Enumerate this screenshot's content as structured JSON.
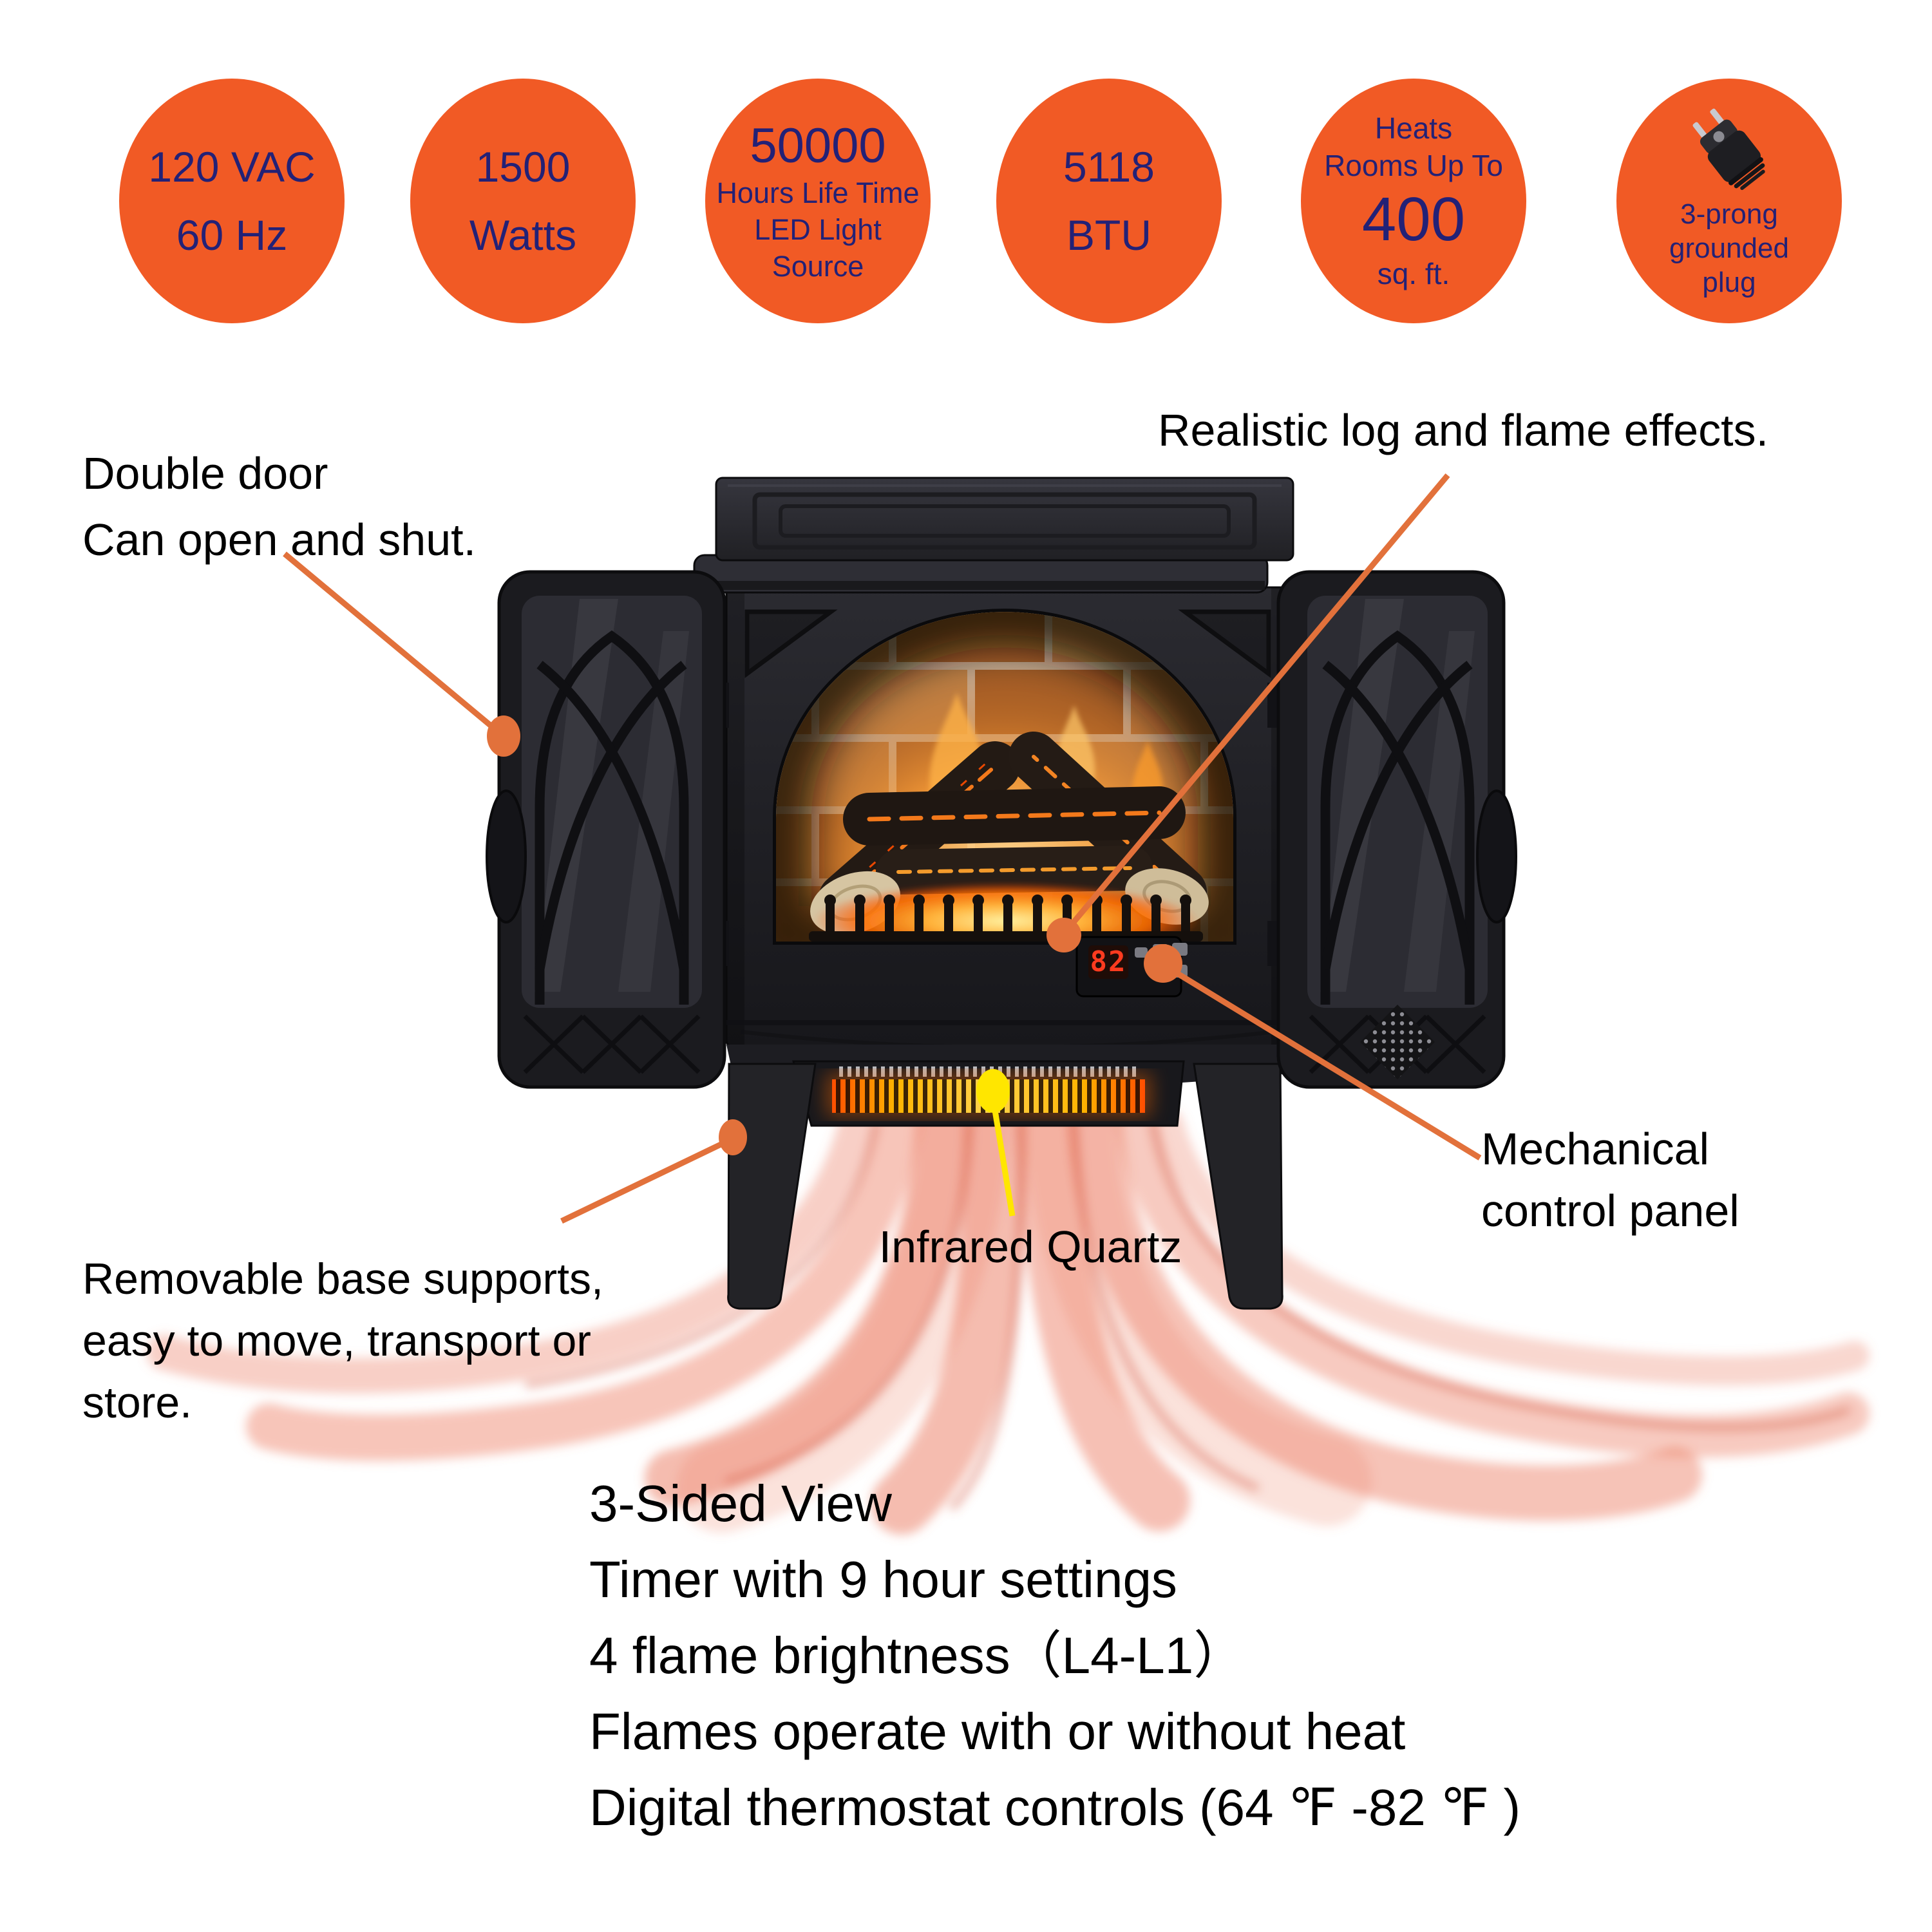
{
  "colors": {
    "badge_fill": "#F15A25",
    "badge_text": "#232176",
    "callout_line": "#E2713B",
    "pointer_yellow": "#FFE600",
    "display_red": "#FF3B1F",
    "heat_wave": "#EC7A60",
    "heat_wave_dark": "#D35A44"
  },
  "badges": {
    "items": [
      {
        "lines": [
          "120 VAC",
          "60 Hz"
        ]
      },
      {
        "lines": [
          "1500",
          "Watts"
        ]
      },
      {
        "big": "50000",
        "lines": [
          "Hours Life Time",
          "LED Light",
          "Source"
        ]
      },
      {
        "lines": [
          "5118",
          "BTU"
        ]
      },
      {
        "top1": "Heats",
        "top2": "Rooms Up To",
        "big": "400",
        "bottom": "sq. ft."
      },
      {
        "icon": "power-plug-icon",
        "lines": [
          "3-prong",
          "grounded",
          "plug"
        ]
      }
    ]
  },
  "callouts": {
    "realistic": {
      "text": "Realistic log and flame effects."
    },
    "double_door": {
      "line1": "Double door",
      "line2": "Can open and shut."
    },
    "mechanical": {
      "line1": "Mechanical",
      "line2": "control panel"
    },
    "infrared": {
      "text": "Infrared Quartz"
    },
    "removable": {
      "line1": "Removable base supports,",
      "line2": "easy to move, transport or",
      "line3": "store."
    }
  },
  "features": [
    "3-Sided View",
    "Timer with 9 hour settings",
    "4 flame brightness（L4-L1）",
    "Flames operate with or without heat",
    "Digital thermostat controls (64 ℉ -82 ℉ )"
  ],
  "stove": {
    "display_value": "82"
  }
}
